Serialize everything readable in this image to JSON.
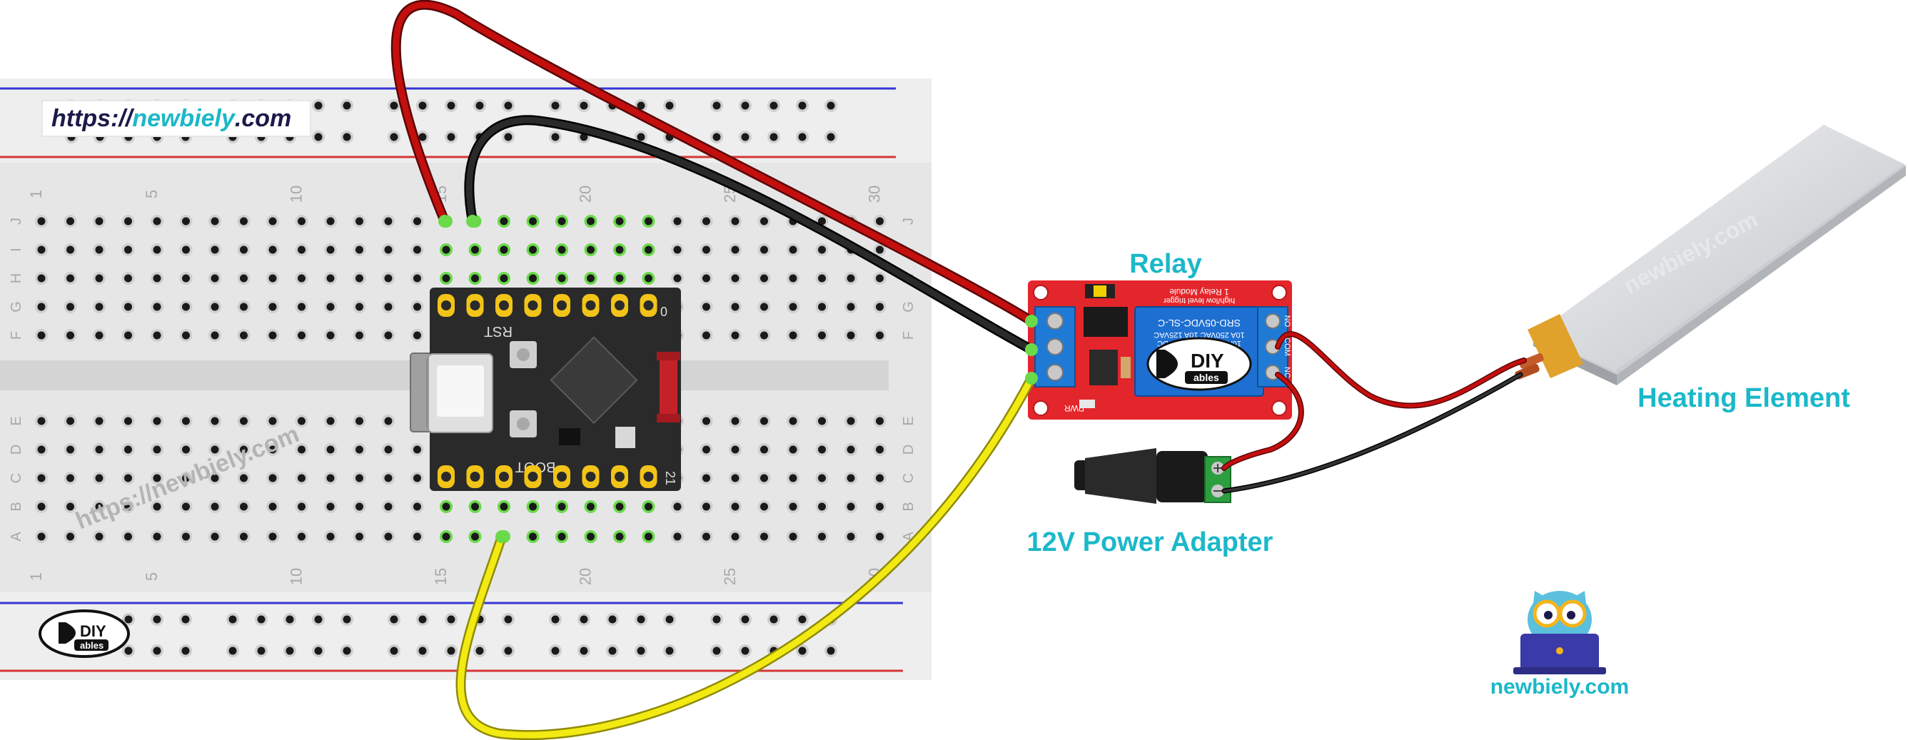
{
  "url_badge": {
    "prefix": "https://",
    "domain": "newbiely",
    "suffix": ".com"
  },
  "watermarks": {
    "breadboard": "https://newbiely.com",
    "heater": "newbiely.com"
  },
  "labels": {
    "relay": "Relay",
    "heating_element": "Heating Element",
    "power_adapter": "12V Power Adapter"
  },
  "footer_brand": "newbiely.com",
  "breadboard": {
    "column_numbers": [
      "1",
      "5",
      "10",
      "15",
      "20",
      "25",
      "30"
    ],
    "rows_top": [
      "J",
      "I",
      "H",
      "G",
      "F"
    ],
    "rows_bottom": [
      "E",
      "D",
      "C",
      "B",
      "A"
    ]
  },
  "microcontroller": {
    "rst": "RST",
    "boot": "BOOT",
    "pin_top": "0",
    "pin_bottom": "21"
  },
  "relay_module": {
    "title": "1 Relay Module",
    "subtitle": "high/low level trigger",
    "relay_part": "SRD-05VDC-SL-C",
    "relay_ratings": "10A 250VAC 10A 125VAC",
    "relay_ratings2": "10A 30VDC 10A 28VDC",
    "pwr": "PWR",
    "terminal_labels": [
      "NO",
      "COM",
      "NC"
    ]
  },
  "logos": {
    "diy_text": "DIY",
    "ables_text": "ables"
  },
  "colors": {
    "accent": "#1bb8c9",
    "wire_red": "#c40f0f",
    "wire_black": "#1a1a1a",
    "wire_yellow": "#f2ea12",
    "relay_board": "#e3262b",
    "relay_cube": "#1d6fd1"
  }
}
